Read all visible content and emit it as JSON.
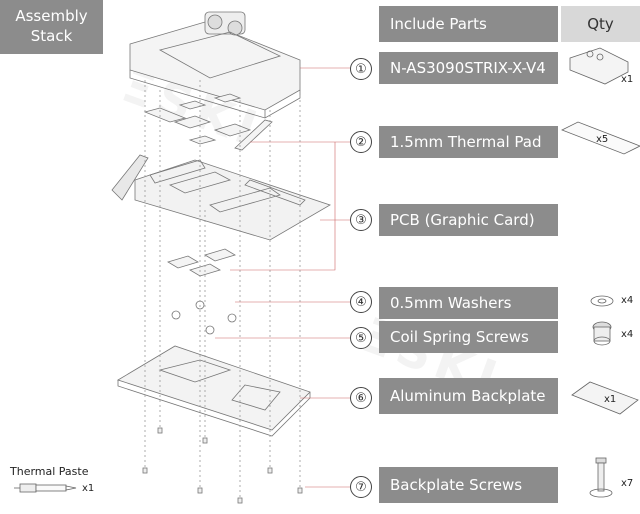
{
  "corner": {
    "line1": "Assembly",
    "line2": "Stack"
  },
  "header": {
    "main": "Include Parts",
    "qty": "Qty"
  },
  "parts": [
    {
      "num": "①",
      "label": "N-AS3090STRIX-X-V4",
      "qty": "x1"
    },
    {
      "num": "②",
      "label": "1.5mm Thermal Pad",
      "qty": "x5"
    },
    {
      "num": "③",
      "label": "PCB (Graphic Card)",
      "qty": ""
    },
    {
      "num": "④",
      "label": "0.5mm Washers",
      "qty": "x4"
    },
    {
      "num": "⑤",
      "label": "Coil Spring Screws",
      "qty": "x4"
    },
    {
      "num": "⑥",
      "label": "Aluminum Backplate",
      "qty": "x1"
    },
    {
      "num": "⑦",
      "label": "Backplate Screws",
      "qty": "x7"
    }
  ],
  "thermal_paste": {
    "label": "Thermal Paste",
    "qty": "x1"
  }
}
